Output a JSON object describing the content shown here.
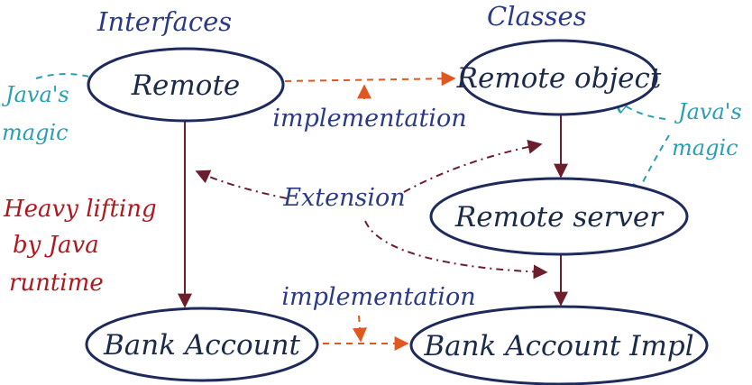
{
  "headings": {
    "interfaces": "Interfaces",
    "classes": "Classes"
  },
  "nodes": {
    "remote": "Remote",
    "remote_object": "Remote object",
    "remote_server": "Remote server",
    "bank_account": "Bank Account",
    "bank_account_impl": "Bank Account Impl"
  },
  "edge_labels": {
    "implementation_top": "implementation",
    "extension": "Extension",
    "implementation_bottom": "implementation"
  },
  "notes": {
    "javas_left": "Java's",
    "magic_left": "magic",
    "javas_right": "Java's",
    "magic_right": "magic",
    "heavy_line1": "Heavy lifting",
    "heavy_line2": "by Java",
    "heavy_line3": "runtime"
  },
  "colors": {
    "ink_blue": "#2a3a86",
    "node_outline": "#1f2a5c",
    "solid_arrow": "#6b1e2c",
    "implementation_arrow": "#e0581f",
    "magic_note": "#2a9fb3",
    "heavy_lifting_note": "#b0171e"
  }
}
